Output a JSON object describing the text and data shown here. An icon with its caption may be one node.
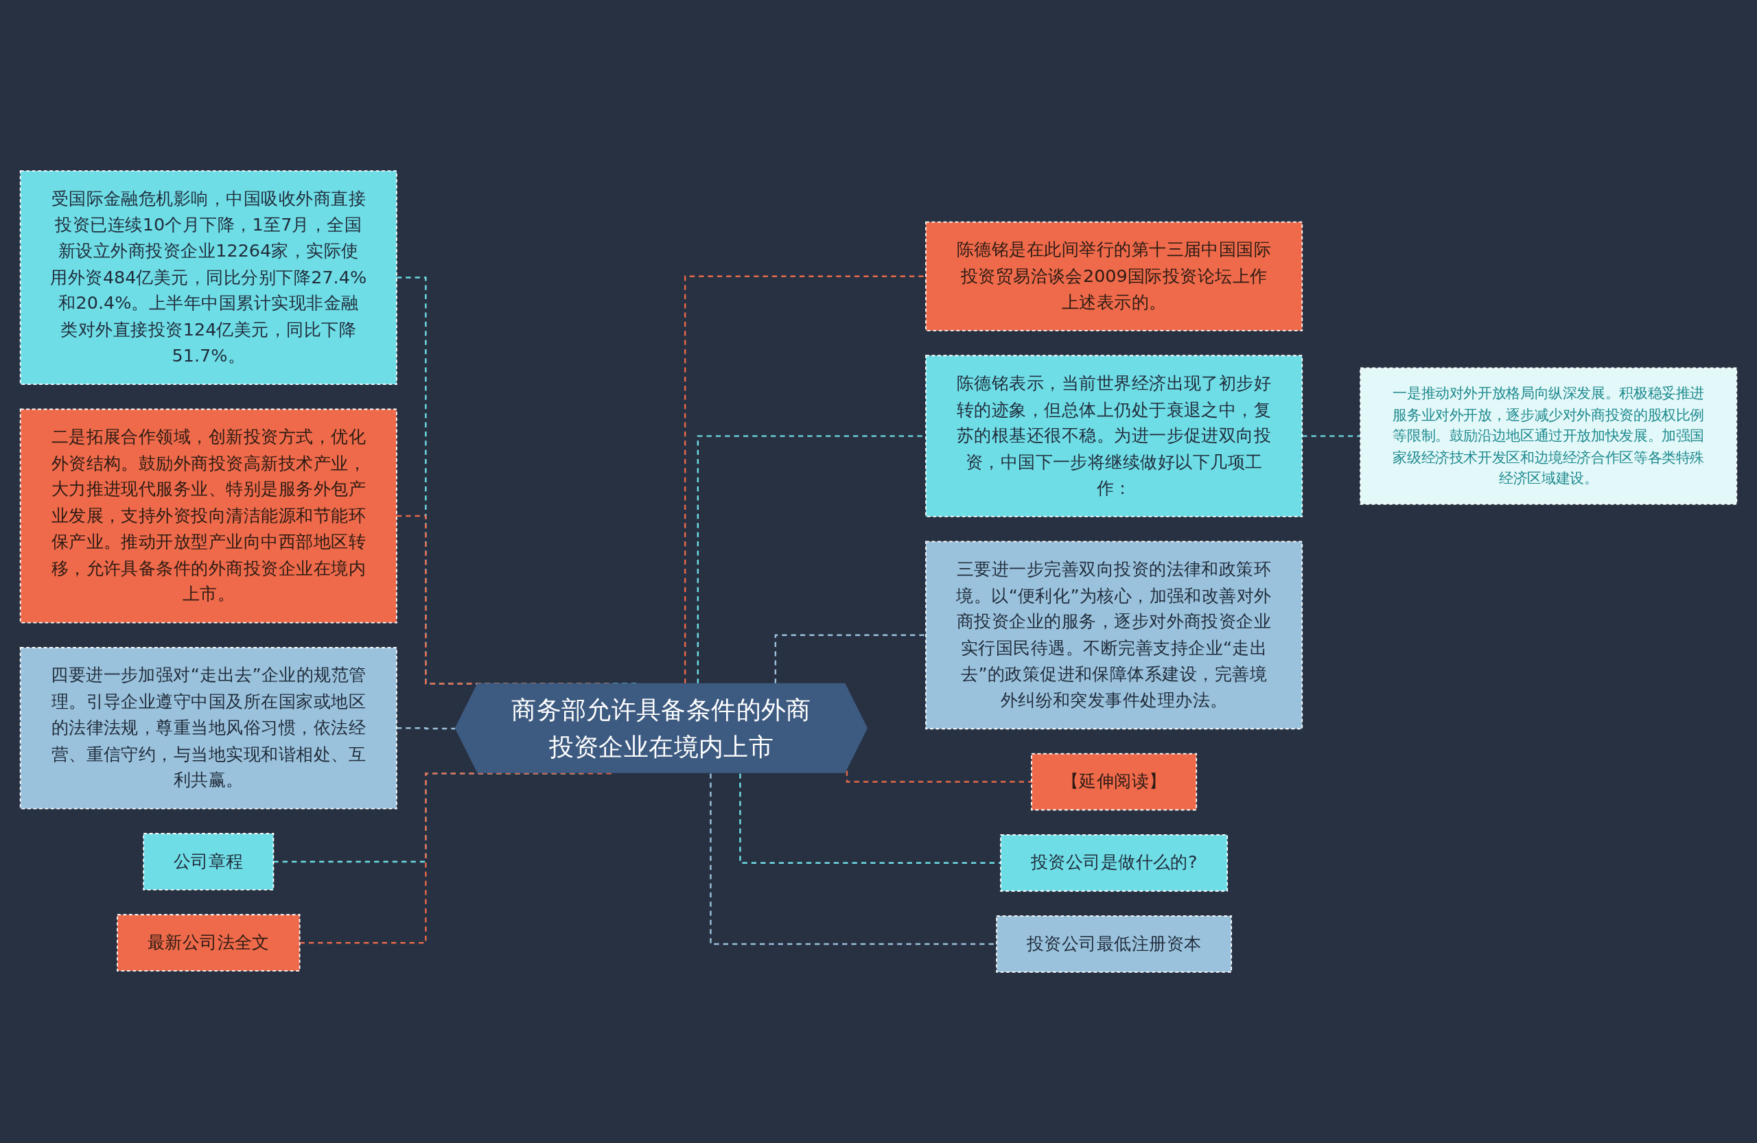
{
  "diagram": {
    "nodes": [
      {
        "text": [
          "商务部允许具备条件的外商投资企业在境内上市"
        ]
      },
      {
        "text": [
          "受国际金融危机影响，中国吸收外商直接投资已连续10个月下降，1至7月，全国新设立外商投资企业12264家，实际使用外资484亿美元，同比分别下降27.4%和20.4%。上半年中国累计实现非金融类对外直接投资124亿美元，同比下降51.7%。"
        ]
      },
      {
        "text": [
          "二是拓展合作领域，创新投资方式，优化外资结构。鼓励外商投资高新技术产业，大力推进现代服务业、特别是服务外包产业发展，支持外资投向清洁能源和节能环保产业。推动开放型产业向中西部地区转移，允许具备条件的外商投资企业在境内上市。"
        ]
      },
      {
        "text": [
          "四要进一步加强对“走出去”企业的规范管理。引导企业遵守中国及所在国家或地区的法律法规，尊重当地风俗习惯，依法经营、重信守约，与当地实现和谐相处、互利共赢。"
        ]
      },
      {
        "text": [
          "公司章程"
        ]
      },
      {
        "text": [
          "最新公司法全文"
        ]
      },
      {
        "text": [
          "陈德铭是在此间举行的第十三届中国国际投资贸易洽谈会2009国际投资论坛上作上述表示的。"
        ]
      },
      {
        "text": [
          "陈德铭表示，当前世界经济出现了初步好转的迹象，但总体上仍处于衰退之中，复苏的根基还很不稳。为进一步促进双向投资，中国下一步将继续做好以下几项工作："
        ]
      },
      {
        "text": [
          "一是推动对外开放格局向纵深发展。积极稳妥推进服务业对外开放，逐步减少对外商投资的股权比例等限制。鼓励沿边地区通过开放加快发展。加强国家级经济技术开发区和边境经济合作区等各类特殊经济区域建设。"
        ]
      },
      {
        "text": [
          "三要进一步完善双向投资的法律和政策环境。以“便利化”为核心，加强和改善对外商投资企业的服务，逐步对外商投资企业实行国民待遇。不断完善支持企业“走出去”的政策促进和保障体系建设，完善境外纠纷和突发事件处理办法。"
        ]
      },
      {
        "text": [
          "【延伸阅读】"
        ]
      },
      {
        "text": [
          "投资公司是做什么的?"
        ]
      },
      {
        "text": [
          "投资公司最低注册资本"
        ]
      }
    ],
    "edges": [
      {
        "from": 0,
        "to": 1,
        "arrow": "none",
        "style": "dashed"
      },
      {
        "from": 0,
        "to": 2,
        "arrow": "none",
        "style": "dashed",
        "color": "#e8684a"
      },
      {
        "from": 0,
        "to": 3,
        "arrow": "none",
        "style": "dashed",
        "color": "#9bc2dc"
      },
      {
        "from": 0,
        "to": 4,
        "arrow": "none",
        "style": "dashed"
      },
      {
        "from": 0,
        "to": 5,
        "arrow": "none",
        "style": "dashed",
        "color": "#e8684a"
      },
      {
        "from": 0,
        "to": 6,
        "arrow": "none",
        "style": "dashed",
        "color": "#e8684a"
      },
      {
        "from": 0,
        "to": 7,
        "arrow": "none",
        "style": "dashed"
      },
      {
        "from": 7,
        "to": 8,
        "arrow": "none",
        "style": "dashed"
      },
      {
        "from": 0,
        "to": 9,
        "arrow": "none",
        "style": "dashed",
        "color": "#9bc2dc"
      },
      {
        "from": 0,
        "to": 10,
        "arrow": "none",
        "style": "dashed",
        "color": "#e8684a"
      },
      {
        "from": 0,
        "to": 11,
        "arrow": "none",
        "style": "dashed"
      },
      {
        "from": 0,
        "to": 12,
        "arrow": "none",
        "style": "dashed",
        "color": "#9bc2dc"
      }
    ]
  }
}
